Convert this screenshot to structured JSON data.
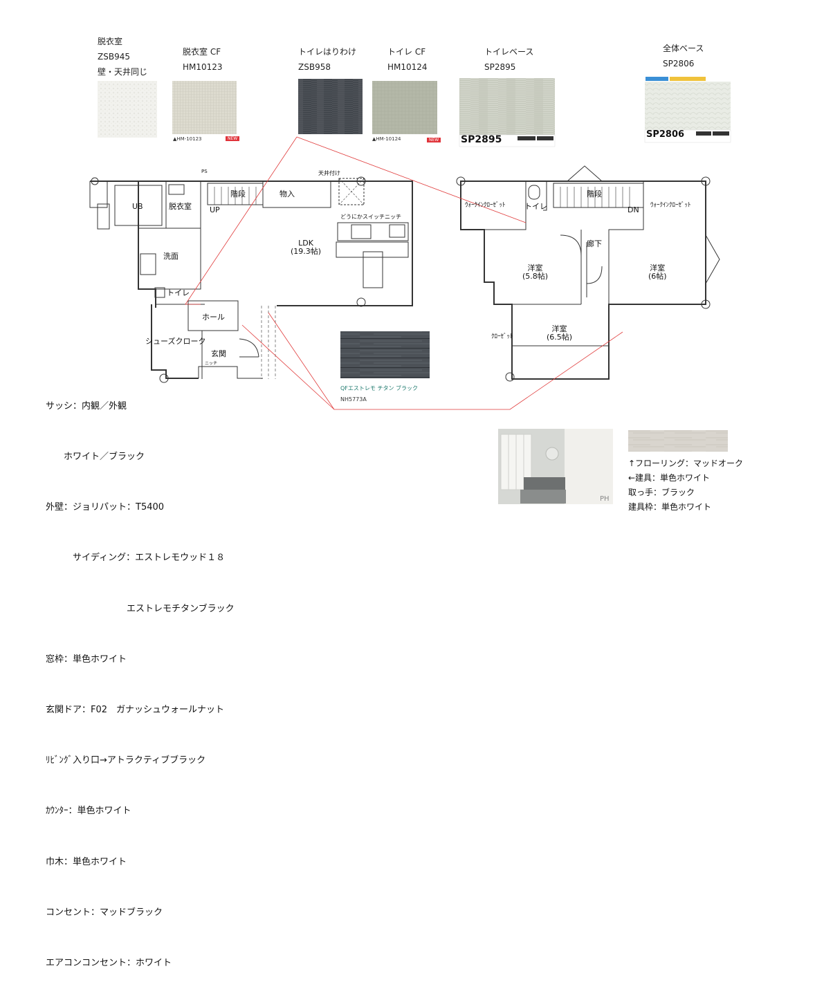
{
  "swatches": [
    {
      "title_lines": [
        "脱衣室",
        "ZSB945",
        "壁・天井同じ"
      ],
      "color": "#f1f1ec"
    },
    {
      "title_lines": [
        "脱衣室 CF",
        "HM10123"
      ],
      "color": "#dddbcf",
      "caption": "▲HM-10123",
      "badge": "NEW"
    },
    {
      "title_lines": [
        "トイレはりわけ",
        "ZSB958"
      ],
      "color": "#3e434a"
    },
    {
      "title_lines": [
        "トイレ CF",
        "HM10124"
      ],
      "color": "#b5b9a9",
      "caption": "▲HM-10124",
      "badge": "NEW"
    },
    {
      "title_lines": [
        "トイレベース",
        "SP2895"
      ],
      "color": "#cfd2c7",
      "code": "SP2895"
    },
    {
      "title_lines": [
        "全体ベース",
        "SP2806"
      ],
      "color": "#e9ece6",
      "code": "SP2806"
    }
  ],
  "floorplan_1f": {
    "rooms": {
      "ub": "UB",
      "datsuishitsu": "脱衣室",
      "senmen": "洗面",
      "toilet": "トイレ",
      "kaidan": "階段",
      "shunyu": "物入",
      "up": "UP",
      "ldk": "LDK",
      "ldk_size": "(19.3帖)",
      "tenjo": "天井付け",
      "ps": "PS",
      "switch": "どうにかスイッチニッチ",
      "hall": "ホール",
      "shoes": "シューズクローク",
      "genkan": "玄関",
      "niche": "ニッチ"
    }
  },
  "floorplan_2f": {
    "rooms": {
      "wic_left": "ｳｫｰｸｲﾝｸﾛｰｾﾞｯﾄ",
      "toilet": "トイレ",
      "kaidan": "階段",
      "dn": "DN",
      "wic_right": "ｳｫｰｸｲﾝｸﾛｰｾﾞｯﾄ",
      "rouka": "廊下",
      "yoshitsu1": "洋室",
      "yoshitsu1_size": "(5.8帖)",
      "yoshitsu2": "洋室",
      "yoshitsu2_size": "(6帖)",
      "yoshitsu3": "洋室",
      "yoshitsu3_size": "(6.5帖)",
      "closet": "ｸﾛｰｾﾞｯﾄ"
    }
  },
  "exterior_sample": {
    "color": "#4a4f55",
    "caption": "QFエストレモ チタン ブラック",
    "code": "NH5773A"
  },
  "specs": [
    "サッシ：内観／外観",
    "　　ホワイト／ブラック",
    "外壁：ジョリパット：T5400",
    "　　　サイディング：エストレモウッド１８",
    "　　　　　　　　　エストレモチタンブラック",
    "窓枠：単色ホワイト",
    "玄関ドア：F02　ガナッシュウォールナット",
    "ﾘﾋﾞﾝｸﾞ入り口→アトラクティブブラック",
    "ｶｳﾝﾀｰ：単色ホワイト",
    "巾木：単色ホワイト",
    "コンセント：マッドブラック",
    "エアコンコンセント：ホワイト"
  ],
  "room_photo": {
    "label": "PH"
  },
  "flooring_sample": {
    "color": "#d7d3cb"
  },
  "legend": [
    "↑フローリング：マッドオーク",
    "←建具：単色ホワイト",
    "取っ手：ブラック",
    "建具枠：単色ホワイト"
  ]
}
